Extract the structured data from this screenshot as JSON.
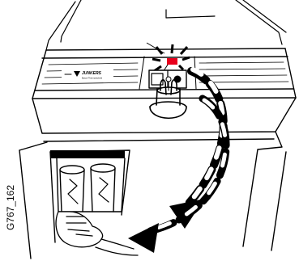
{
  "figure": {
    "code": "G767_162"
  },
  "device": {
    "brand": "JUNKERS",
    "brand_subtitle": "Bosch Thermotechnik"
  },
  "indicator": {
    "color": "#e8001c"
  },
  "icons": [
    "indicator-light-icon",
    "reset-button-icon",
    "knob-icon",
    "battery-icon",
    "hand-icon",
    "arrow-icon"
  ]
}
